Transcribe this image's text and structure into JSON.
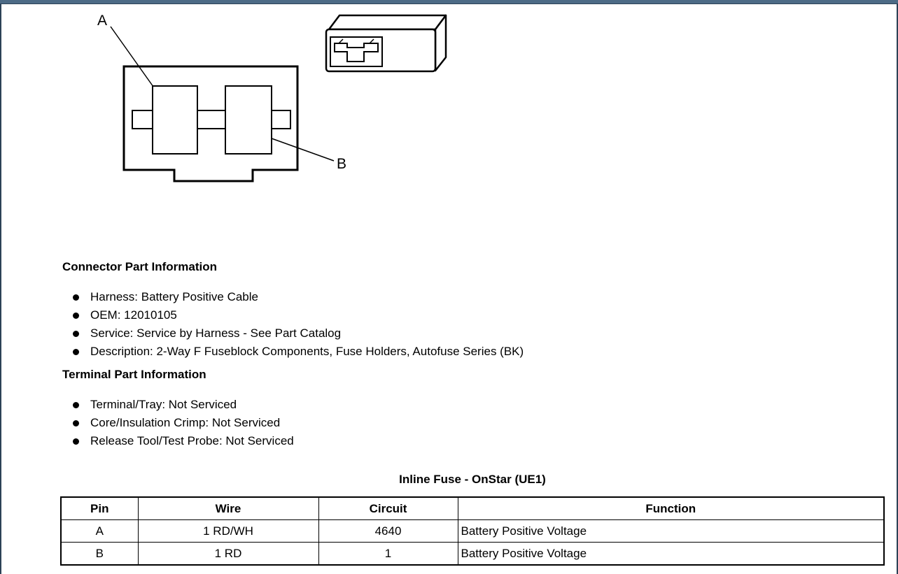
{
  "diagram": {
    "callouts": [
      "A",
      "B"
    ]
  },
  "connector_info": {
    "heading": "Connector Part Information",
    "items": [
      "Harness: Battery Positive Cable",
      "OEM: 12010105",
      "Service: Service by Harness - See Part Catalog",
      "Description: 2-Way F Fuseblock Components, Fuse Holders, Autofuse Series (BK)"
    ]
  },
  "terminal_info": {
    "heading": "Terminal Part Information",
    "items": [
      "Terminal/Tray: Not Serviced",
      "Core/Insulation Crimp: Not Serviced",
      "Release Tool/Test Probe: Not Serviced"
    ]
  },
  "pin_table": {
    "title": "Inline Fuse - OnStar (UE1)",
    "headers": [
      "Pin",
      "Wire",
      "Circuit",
      "Function"
    ],
    "rows": [
      [
        "A",
        "1 RD/WH",
        "4640",
        "Battery Positive Voltage"
      ],
      [
        "B",
        "1 RD",
        "1",
        "Battery Positive Voltage"
      ]
    ]
  }
}
